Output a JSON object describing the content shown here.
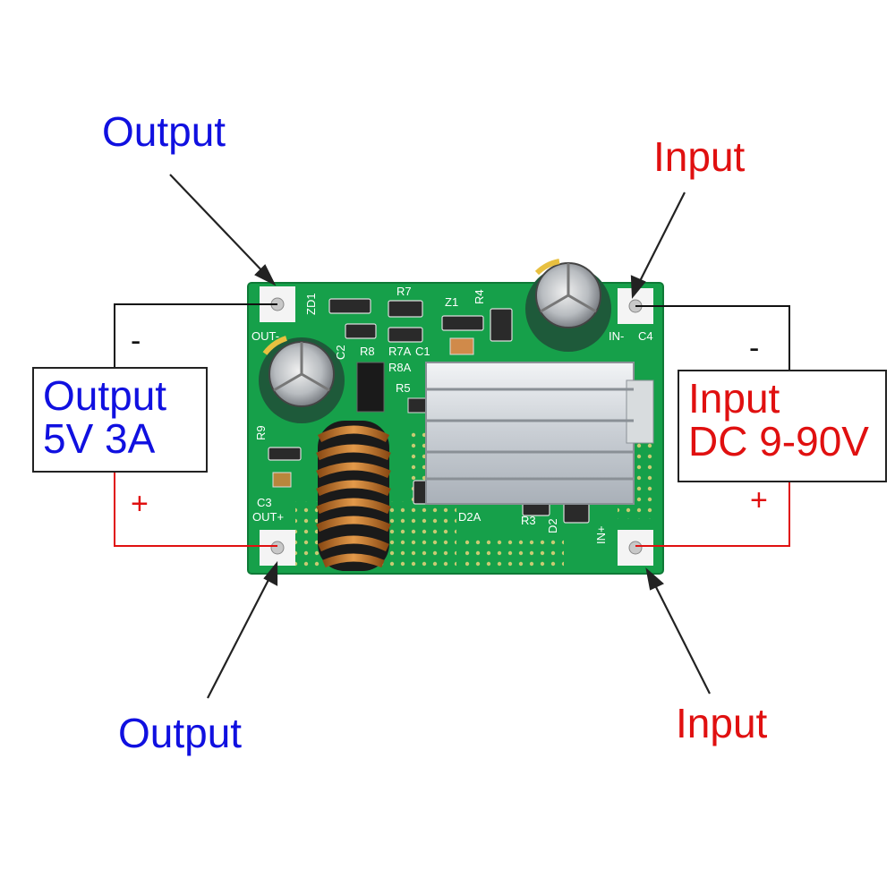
{
  "callouts": {
    "output_top": "Output",
    "output_bottom": "Output",
    "input_top": "Input",
    "input_bottom": "Input"
  },
  "output_box": {
    "line1": "Output",
    "line2": "5V 3A"
  },
  "input_box": {
    "line1": "Input",
    "line2": "DC 9-90V"
  },
  "polarity": {
    "minus": "-",
    "plus": "+"
  },
  "board": {
    "silkscreen": {
      "out_minus": "OUT-",
      "out_plus": "OUT+",
      "in_minus": "IN-",
      "in_plus": "IN+",
      "zd1": "ZD1",
      "r7": "R7",
      "z1": "Z1",
      "r4": "R4",
      "c2": "C2",
      "r8": "R8",
      "r7a": "R7A",
      "c1": "C1",
      "r8a": "R8A",
      "r5": "R5",
      "r9": "R9",
      "c3": "C3",
      "c4": "C4",
      "d2a": "D2A",
      "r3": "R3",
      "d2": "D2"
    }
  },
  "colors": {
    "output_text": "#1010e0",
    "input_text": "#e01010",
    "pcb_green": "#16a04a",
    "wire_positive": "#e01010",
    "wire_negative": "#111111"
  }
}
